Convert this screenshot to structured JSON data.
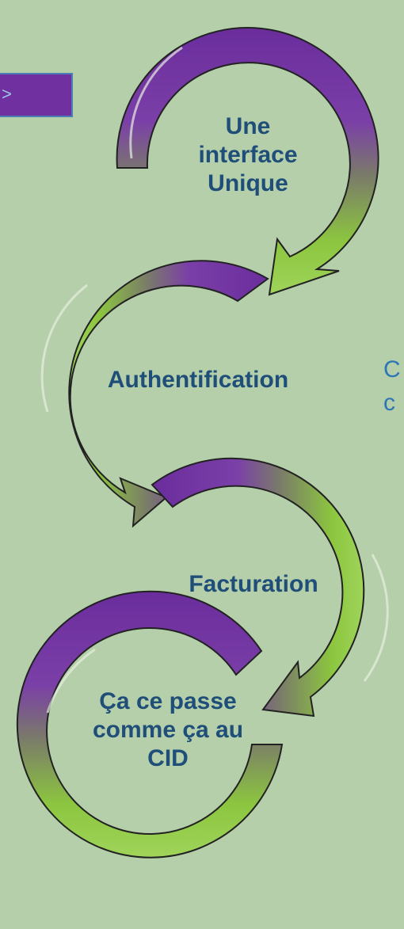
{
  "tab": {
    "glyph": ">"
  },
  "steps": [
    {
      "id": "interface",
      "label": "Une interface Unique"
    },
    {
      "id": "auth",
      "label": "Authentification"
    },
    {
      "id": "billing",
      "label": "Facturation"
    },
    {
      "id": "cid",
      "label": "Ça ce passe comme ça au CID"
    }
  ],
  "side_text": {
    "line1": "C",
    "line2": "c"
  },
  "colors": {
    "background": "#b4cfa9",
    "arrow_purple": "#7030a0",
    "arrow_green": "#7fbf3f",
    "label_text": "#1f4e79",
    "side_text": "#2e75b6"
  }
}
